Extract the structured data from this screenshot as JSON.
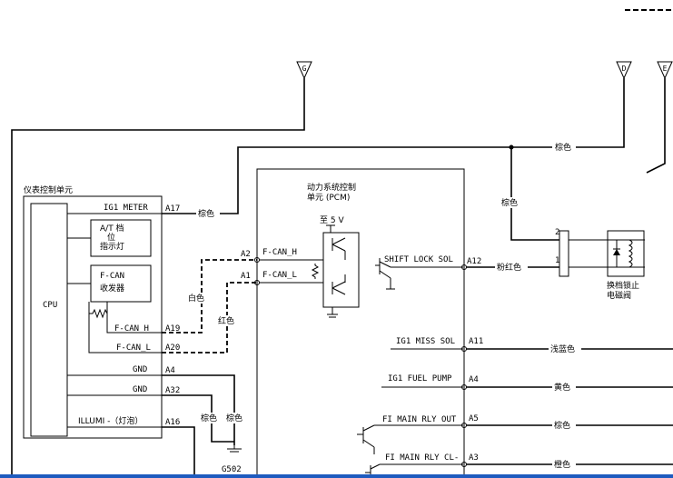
{
  "connectors": {
    "g": "G",
    "d": "D",
    "e": "E"
  },
  "meter_unit": {
    "title": "仪表控制单元",
    "cpu": "CPU",
    "at_indicator": [
      "A/T 档",
      "位",
      "指示灯"
    ],
    "fcan_transceiver": [
      "F-CAN",
      "收发器"
    ],
    "signals": {
      "ig1_meter": "IG1 METER",
      "fcan_h": "F-CAN_H",
      "fcan_l": "F-CAN_L",
      "gnd1": "GND",
      "gnd2": "GND",
      "illumi": "ILLUMI -（灯泡）"
    },
    "pins": {
      "a17": "A17",
      "a19": "A19",
      "a20": "A20",
      "a4": "A4",
      "a32": "A32",
      "a16": "A16"
    }
  },
  "pcm": {
    "title": [
      "动力系统控制",
      "单元 (PCM)"
    ],
    "supply": "至 5 V",
    "signals": {
      "fcan_h": "F-CAN_H",
      "fcan_l": "F-CAN_L",
      "shift_lock_sol": "SHIFT LOCK SOL",
      "ig1_miss_sol": "IG1 MISS SOL",
      "ig1_fuel_pump": "IG1 FUEL PUMP",
      "fi_main_rly_out": "FI MAIN RLY OUT",
      "fi_main_rly_cl": "FI MAIN RLY CL-"
    },
    "pins": {
      "a2": "A2",
      "a1": "A1",
      "a12": "A12",
      "a11": "A11",
      "a4": "A4",
      "a5": "A5",
      "a3": "A3"
    }
  },
  "wire_colors": {
    "brown_top": "棕色",
    "brown_vertical": "棕色",
    "brown_meter": "棕色",
    "white": "白色",
    "red": "红色",
    "pink_red": "粉红色",
    "light_blue": "浅蓝色",
    "yellow": "黄色",
    "brown_a5": "棕色",
    "orange": "橙色",
    "brown_gnd1": "棕色",
    "brown_gnd2": "棕色"
  },
  "shift_lock_solenoid": {
    "label": [
      "换档锁止",
      "电磁阀"
    ],
    "pin2": "2",
    "pin1": "1"
  },
  "ground": "G502"
}
